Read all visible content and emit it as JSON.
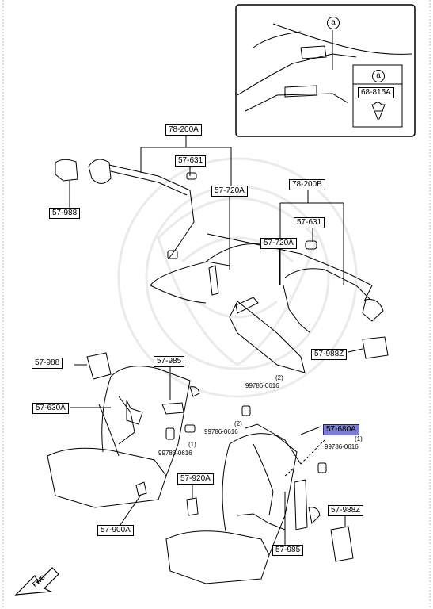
{
  "inset": {
    "callout_top": "a",
    "clip_box": {
      "callout": "a",
      "part": "68-815A"
    }
  },
  "parts": {
    "p78_200A": "78-200A",
    "p57_631_left": "57-631",
    "p57_720A_left": "57-720A",
    "p57_988_top": "57-988",
    "p78_200B": "78-200B",
    "p57_631_right": "57-631",
    "p57_720A_right": "57-720A",
    "p57_988Z_top": "57-988Z",
    "p57_988_mid": "57-988",
    "p57_985_left": "57-985",
    "p57_630A": "57-630A",
    "p57_900A": "57-900A",
    "p57_920A": "57-920A",
    "p57_680A": "57-680A",
    "p57_988Z_bottom": "57-988Z",
    "p57_985_bottom": "57-985"
  },
  "bolts": {
    "b1_num": "(2)",
    "b1_code": "99786-0616",
    "b2_num": "(2)",
    "b2_code": "99786-0616",
    "b3_num": "(1)",
    "b3_code": "99786-0616",
    "b4_num": "(1)",
    "b4_code": "99786-0616"
  },
  "direction": "FWD",
  "colors": {
    "highlight": "#7a7fc8",
    "line": "#000000"
  }
}
